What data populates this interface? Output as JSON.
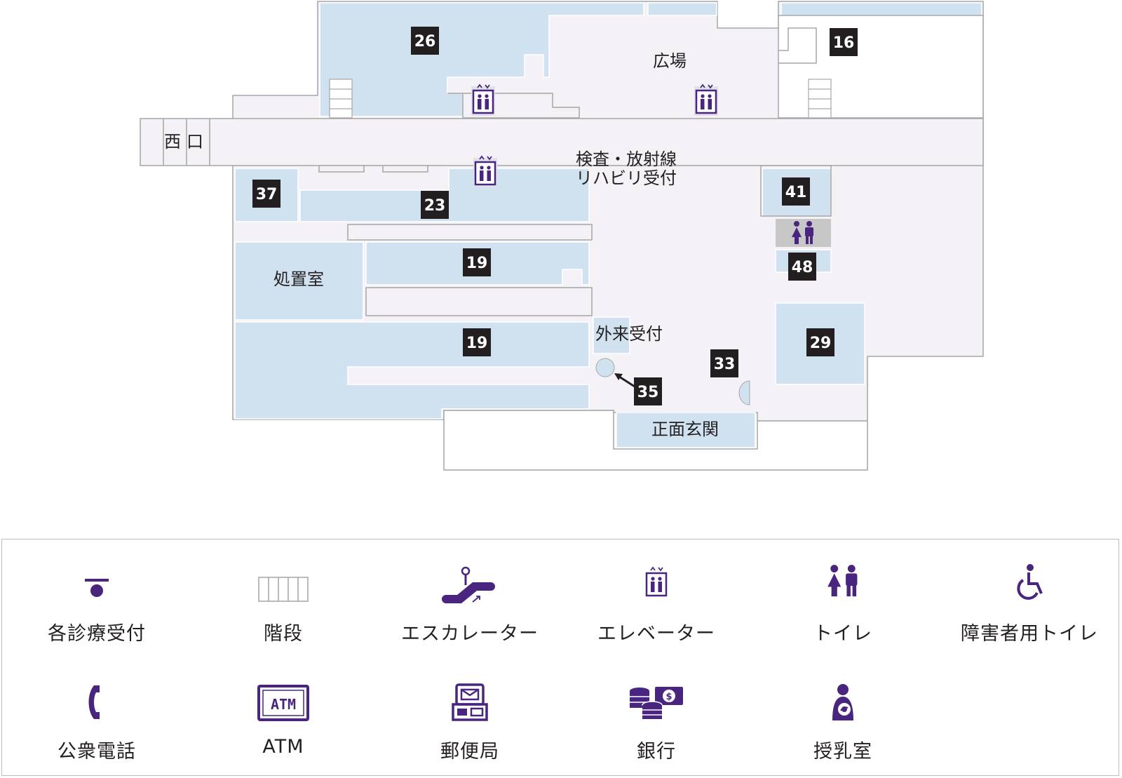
{
  "map": {
    "area_labels": {
      "plaza": "広場",
      "west_exit": "西口",
      "exam_line1": "検査・放射線",
      "exam_line2": "リハビリ受付",
      "treatment_room": "処置室",
      "outpatient_reception": "外来受付",
      "main_entrance": "正面玄関"
    },
    "room_numbers": {
      "r26": "26",
      "r16": "16",
      "r37": "37",
      "r23": "23",
      "r41": "41",
      "r48": "48",
      "r19a": "19",
      "r19b": "19",
      "r29": "29",
      "r33": "33",
      "r35": "35"
    },
    "colors": {
      "room_fill": "#d0e2f0",
      "corridor_fill": "#f4f2f7",
      "wall_stroke": "#a6a6a6",
      "number_badge": "#231f20",
      "icon_purple": "#4a2580",
      "toilet_block": "#c7c7c7"
    }
  },
  "legend": {
    "items": [
      {
        "icon": "reception-icon",
        "label": "各診療受付"
      },
      {
        "icon": "stairs-icon",
        "label": "階段"
      },
      {
        "icon": "escalator-icon",
        "label": "エスカレーター"
      },
      {
        "icon": "elevator-icon",
        "label": "エレベーター"
      },
      {
        "icon": "toilet-icon",
        "label": "トイレ"
      },
      {
        "icon": "accessible-toilet-icon",
        "label": "障害者用トイレ"
      },
      {
        "icon": "payphone-icon",
        "label": "公衆電話"
      },
      {
        "icon": "atm-icon",
        "label": "ATM"
      },
      {
        "icon": "post-office-icon",
        "label": "郵便局"
      },
      {
        "icon": "bank-icon",
        "label": "銀行"
      },
      {
        "icon": "nursing-room-icon",
        "label": "授乳室"
      }
    ],
    "atm_icon_text": "ATM",
    "bank_icon_text": "$"
  }
}
